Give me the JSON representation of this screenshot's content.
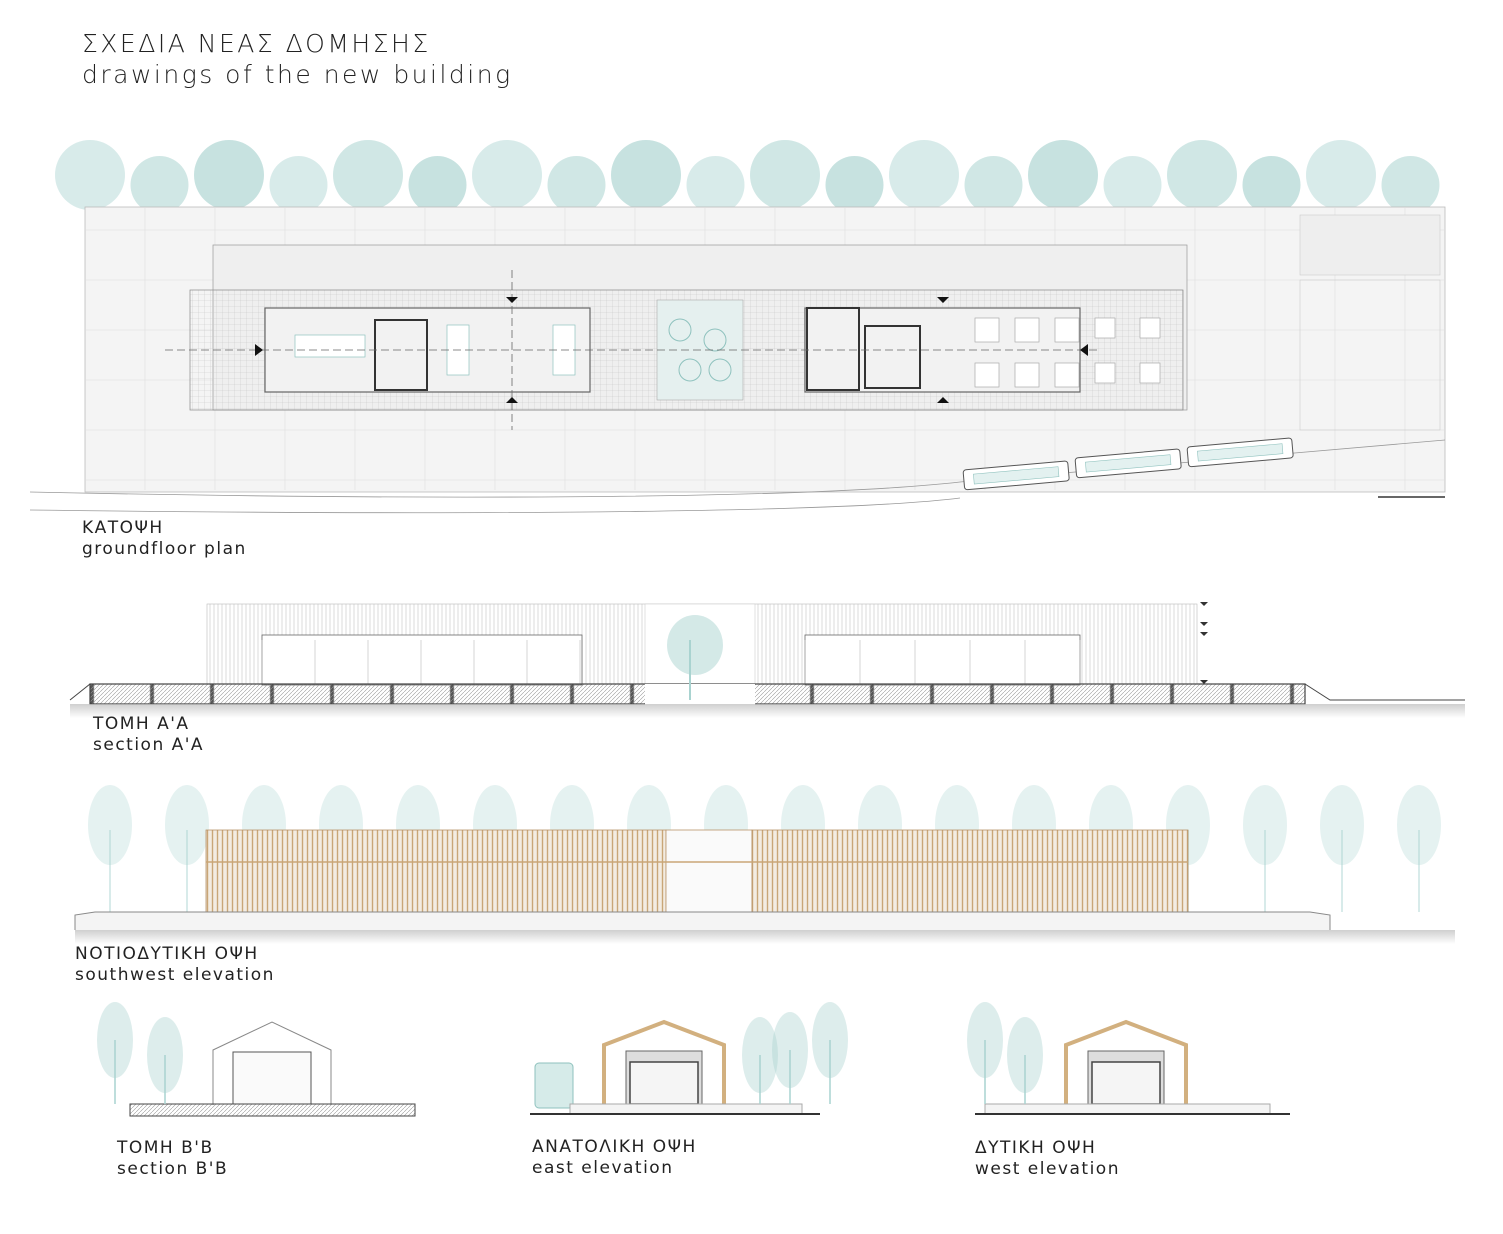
{
  "sheet": {
    "title_gr": "ΣΧΕΔΙΑ ΝΕΑΣ ΔΟΜΗΣΗΣ",
    "title_en": "drawings of the new building"
  },
  "drawings": [
    {
      "id": "plan",
      "label_gr": "ΚΑΤΟΨΗ",
      "label_en": "groundfloor plan"
    },
    {
      "id": "section-aa",
      "label_gr": "ΤΟΜΗ Α'Α",
      "label_en": "section A'A"
    },
    {
      "id": "southwest-elevation",
      "label_gr": "ΝΟΤΙΟΔΥΤΙΚΗ ΟΨΗ",
      "label_en": "southwest elevation"
    },
    {
      "id": "section-bb",
      "label_gr": "ΤΟΜΗ Β'Β",
      "label_en": "section B'B"
    },
    {
      "id": "east-elevation",
      "label_gr": "ΑΝΑΤΟΛΙΚΗ ΟΨΗ",
      "label_en": "east elevation"
    },
    {
      "id": "west-elevation",
      "label_gr": "ΔΥΤΙΚΗ ΟΨΗ",
      "label_en": "west elevation"
    }
  ],
  "colors": {
    "tree": "#a9d3d0",
    "wood": "#d8b88a",
    "line": "#555555",
    "ground": "#888888"
  }
}
